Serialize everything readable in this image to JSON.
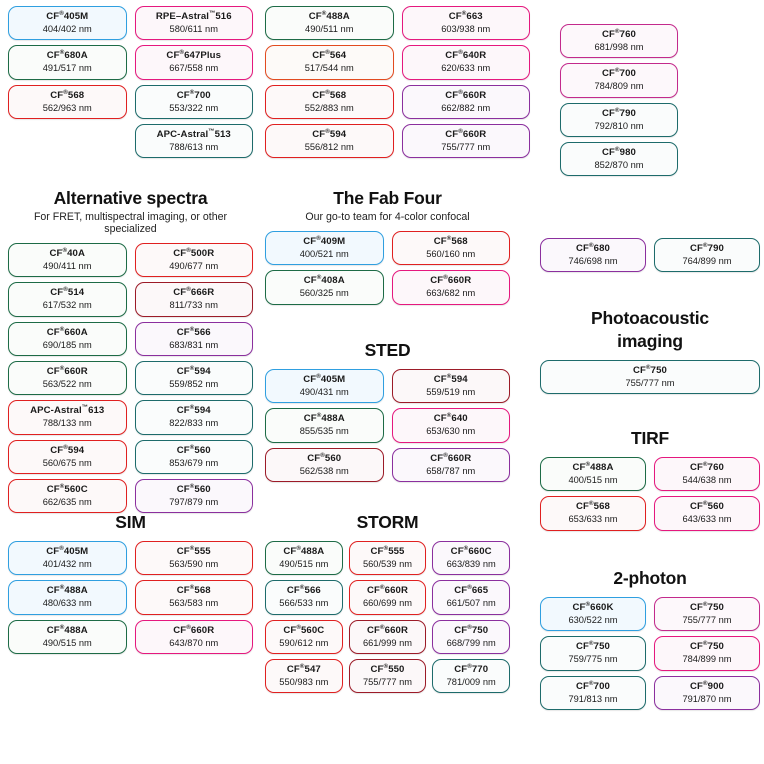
{
  "sections": [
    {
      "id": "top-left",
      "title": "",
      "subtitle": "",
      "columns": [
        {
          "chips": [
            {
              "name": "CF",
              "sup": "®",
              "num": "405M",
              "spectra": "404/402 nm",
              "color": "blue"
            },
            {
              "name": "CF",
              "sup": "®",
              "num": "680A",
              "spectra": "491/517 nm",
              "color": "green"
            },
            {
              "name": "CF",
              "sup": "®",
              "num": "568",
              "spectra": "562/963 nm",
              "color": "red"
            }
          ]
        },
        {
          "chips": [
            {
              "name": "RPE–Astral",
              "sup": "™",
              "num": "516",
              "spectra": "580/611 nm",
              "color": "pink"
            },
            {
              "name": "CF",
              "sup": "®",
              "num": "647Plus",
              "spectra": "667/558 nm",
              "color": "pink"
            },
            {
              "name": "CF",
              "sup": "®",
              "num": "700",
              "spectra": "553/322 nm",
              "color": "teal"
            },
            {
              "name": "APC-Astral",
              "sup": "™",
              "num": "513",
              "spectra": "788/613 nm",
              "color": "teal"
            }
          ]
        }
      ]
    },
    {
      "id": "top-mid",
      "title": "",
      "subtitle": "",
      "columns": [
        {
          "chips": [
            {
              "name": "CF",
              "sup": "®",
              "num": "488A",
              "spectra": "490/511 nm",
              "color": "green"
            },
            {
              "name": "CF",
              "sup": "®",
              "num": "564",
              "spectra": "517/544 nm",
              "color": "orange"
            },
            {
              "name": "CF",
              "sup": "®",
              "num": "568",
              "spectra": "552/883 nm",
              "color": "red"
            },
            {
              "name": "CF",
              "sup": "®",
              "num": "594",
              "spectra": "556/812 nm",
              "color": "red"
            }
          ]
        },
        {
          "chips": [
            {
              "name": "CF",
              "sup": "®",
              "num": "663",
              "spectra": "603/938 nm",
              "color": "pink"
            },
            {
              "name": "CF",
              "sup": "®",
              "num": "640R",
              "spectra": "620/633 nm",
              "color": "pink"
            },
            {
              "name": "CF",
              "sup": "®",
              "num": "660R",
              "spectra": "662/882 nm",
              "color": "purple"
            },
            {
              "name": "CF",
              "sup": "®",
              "num": "660R",
              "spectra": "755/777 nm",
              "color": "purple"
            }
          ]
        }
      ]
    },
    {
      "id": "top-right",
      "title": "",
      "subtitle": "",
      "columns": [
        {
          "chips": [
            {
              "name": "CF",
              "sup": "®",
              "num": "760",
              "spectra": "681/998 nm",
              "color": "magenta"
            },
            {
              "name": "CF",
              "sup": "®",
              "num": "700",
              "spectra": "784/809 nm",
              "color": "magenta"
            },
            {
              "name": "CF",
              "sup": "®",
              "num": "790",
              "spectra": "792/810 nm",
              "color": "teal"
            },
            {
              "name": "CF",
              "sup": "®",
              "num": "980",
              "spectra": "852/870 nm",
              "color": "teal"
            }
          ]
        }
      ]
    },
    {
      "id": "alternative-spectra",
      "title": "Alternative spectra",
      "subtitle": "For FRET, multispectral imaging, or other specialized",
      "columns": [
        {
          "chips": [
            {
              "name": "CF",
              "sup": "®",
              "num": "40A",
              "spectra": "490/411 nm",
              "color": "green"
            },
            {
              "name": "CF",
              "sup": "®",
              "num": "514",
              "spectra": "617/532 nm",
              "color": "green"
            },
            {
              "name": "CF",
              "sup": "®",
              "num": "660A",
              "spectra": "690/185 nm",
              "color": "green"
            },
            {
              "name": "CF",
              "sup": "®",
              "num": "660R",
              "spectra": "563/522 nm",
              "color": "green"
            },
            {
              "name": "APC-Astral",
              "sup": "™",
              "num": "613",
              "spectra": "788/133 nm",
              "color": "red"
            },
            {
              "name": "CF",
              "sup": "®",
              "num": "594",
              "spectra": "560/675 nm",
              "color": "red"
            },
            {
              "name": "CF",
              "sup": "®",
              "num": "560C",
              "spectra": "662/635 nm",
              "color": "red"
            }
          ]
        },
        {
          "chips": [
            {
              "name": "CF",
              "sup": "®",
              "num": "500R",
              "spectra": "490/677 nm",
              "color": "red"
            },
            {
              "name": "CF",
              "sup": "®",
              "num": "666R",
              "spectra": "811/733 nm",
              "color": "darkred"
            },
            {
              "name": "CF",
              "sup": "®",
              "num": "566",
              "spectra": "683/831 nm",
              "color": "purple"
            },
            {
              "name": "CF",
              "sup": "®",
              "num": "594",
              "spectra": "559/852 nm",
              "color": "teal"
            },
            {
              "name": "CF",
              "sup": "®",
              "num": "594",
              "spectra": "822/833 nm",
              "color": "teal"
            },
            {
              "name": "CF",
              "sup": "®",
              "num": "560",
              "spectra": "853/679 nm",
              "color": "teal"
            },
            {
              "name": "CF",
              "sup": "®",
              "num": "560",
              "spectra": "797/879 nm",
              "color": "purple"
            }
          ]
        }
      ]
    },
    {
      "id": "fab-four",
      "title": "The Fab Four",
      "subtitle": "Our go-to team for 4-color confocal",
      "columns": [
        {
          "chips": [
            {
              "name": "CF",
              "sup": "®",
              "num": "409M",
              "spectra": "400/521 nm",
              "color": "blue"
            },
            {
              "name": "CF",
              "sup": "®",
              "num": "408A",
              "spectra": "560/325 nm",
              "color": "green"
            }
          ]
        },
        {
          "chips": [
            {
              "name": "CF",
              "sup": "®",
              "num": "568",
              "spectra": "560/160 nm",
              "color": "red"
            },
            {
              "name": "CF",
              "sup": "®",
              "num": "660R",
              "spectra": "663/682 nm",
              "color": "pink"
            }
          ]
        }
      ]
    },
    {
      "id": "sted",
      "title": "STED",
      "subtitle": "",
      "columns": [
        {
          "chips": [
            {
              "name": "CF",
              "sup": "®",
              "num": "405M",
              "spectra": "490/431 nm",
              "color": "blue"
            },
            {
              "name": "CF",
              "sup": "®",
              "num": "488A",
              "spectra": "855/535 nm",
              "color": "green"
            },
            {
              "name": "CF",
              "sup": "®",
              "num": "560",
              "spectra": "562/538 nm",
              "color": "darkred"
            }
          ]
        },
        {
          "chips": [
            {
              "name": "CF",
              "sup": "®",
              "num": "594",
              "spectra": "559/519 nm",
              "color": "darkred"
            },
            {
              "name": "CF",
              "sup": "®",
              "num": "640",
              "spectra": "653/630 nm",
              "color": "pink"
            },
            {
              "name": "CF",
              "sup": "®",
              "num": "660R",
              "spectra": "658/787 nm",
              "color": "purple"
            }
          ]
        }
      ]
    },
    {
      "id": "sim",
      "title": "SIM",
      "subtitle": "",
      "columns": [
        {
          "chips": [
            {
              "name": "CF",
              "sup": "®",
              "num": "405M",
              "spectra": "401/432 nm",
              "color": "blue"
            },
            {
              "name": "CF",
              "sup": "®",
              "num": "488A",
              "spectra": "480/633 nm",
              "color": "blue"
            },
            {
              "name": "CF",
              "sup": "®",
              "num": "488A",
              "spectra": "490/515 nm",
              "color": "green"
            }
          ]
        },
        {
          "chips": [
            {
              "name": "CF",
              "sup": "®",
              "num": "555",
              "spectra": "563/590 nm",
              "color": "red"
            },
            {
              "name": "CF",
              "sup": "®",
              "num": "568",
              "spectra": "563/583 nm",
              "color": "red"
            },
            {
              "name": "CF",
              "sup": "®",
              "num": "660R",
              "spectra": "643/870 nm",
              "color": "pink"
            }
          ]
        }
      ]
    },
    {
      "id": "storm",
      "title": "STORM",
      "subtitle": "",
      "columns": [
        {
          "chips": [
            {
              "name": "CF",
              "sup": "®",
              "num": "488A",
              "spectra": "490/515 nm",
              "color": "green"
            },
            {
              "name": "CF",
              "sup": "®",
              "num": "566",
              "spectra": "566/533 nm",
              "color": "teal"
            },
            {
              "name": "CF",
              "sup": "®",
              "num": "560C",
              "spectra": "590/612 nm",
              "color": "red"
            },
            {
              "name": "CF",
              "sup": "®",
              "num": "547",
              "spectra": "550/983 nm",
              "color": "red"
            }
          ]
        },
        {
          "chips": [
            {
              "name": "CF",
              "sup": "®",
              "num": "555",
              "spectra": "560/539 nm",
              "color": "red"
            },
            {
              "name": "CF",
              "sup": "®",
              "num": "660R",
              "spectra": "660/699 nm",
              "color": "red"
            },
            {
              "name": "CF",
              "sup": "®",
              "num": "660R",
              "spectra": "661/999 nm",
              "color": "darkred"
            },
            {
              "name": "CF",
              "sup": "®",
              "num": "550",
              "spectra": "755/777 nm",
              "color": "darkred"
            }
          ]
        },
        {
          "chips": [
            {
              "name": "CF",
              "sup": "®",
              "num": "660C",
              "spectra": "663/839 nm",
              "color": "purple"
            },
            {
              "name": "CF",
              "sup": "®",
              "num": "665",
              "spectra": "661/507 nm",
              "color": "purple"
            },
            {
              "name": "CF",
              "sup": "®",
              "num": "750",
              "spectra": "668/799 nm",
              "color": "purple"
            },
            {
              "name": "CF",
              "sup": "®",
              "num": "770",
              "spectra": "781/009 nm",
              "color": "teal"
            }
          ]
        }
      ]
    },
    {
      "id": "right-pair",
      "title": "",
      "subtitle": "",
      "columns": [
        {
          "chips": [
            {
              "name": "CF",
              "sup": "®",
              "num": "680",
              "spectra": "746/698 nm",
              "color": "purple"
            }
          ]
        },
        {
          "chips": [
            {
              "name": "CF",
              "sup": "®",
              "num": "790",
              "spectra": "764/899 nm",
              "color": "teal"
            }
          ]
        }
      ]
    },
    {
      "id": "photoacoustic",
      "title": "Photoacoustic",
      "title2": "imaging",
      "subtitle": "",
      "columns": [
        {
          "chips": [
            {
              "name": "CF",
              "sup": "®",
              "num": "750",
              "spectra": "755/777 nm",
              "color": "teal"
            }
          ]
        }
      ]
    },
    {
      "id": "tirf",
      "title": "TIRF",
      "subtitle": "",
      "columns": [
        {
          "chips": [
            {
              "name": "CF",
              "sup": "®",
              "num": "488A",
              "spectra": "400/515 nm",
              "color": "green"
            },
            {
              "name": "CF",
              "sup": "®",
              "num": "568",
              "spectra": "653/633 nm",
              "color": "red"
            }
          ]
        },
        {
          "chips": [
            {
              "name": "CF",
              "sup": "®",
              "num": "760",
              "spectra": "544/638 nm",
              "color": "pink"
            },
            {
              "name": "CF",
              "sup": "®",
              "num": "560",
              "spectra": "643/633 nm",
              "color": "pink"
            }
          ]
        }
      ]
    },
    {
      "id": "two-photon",
      "title": "2-photon",
      "subtitle": "",
      "columns": [
        {
          "chips": [
            {
              "name": "CF",
              "sup": "®",
              "num": "660K",
              "spectra": "630/522 nm",
              "color": "blue"
            },
            {
              "name": "CF",
              "sup": "®",
              "num": "750",
              "spectra": "759/775 nm",
              "color": "teal"
            },
            {
              "name": "CF",
              "sup": "®",
              "num": "700",
              "spectra": "791/813 nm",
              "color": "teal"
            }
          ]
        },
        {
          "chips": [
            {
              "name": "CF",
              "sup": "®",
              "num": "750",
              "spectra": "755/777 nm",
              "color": "magenta"
            },
            {
              "name": "CF",
              "sup": "®",
              "num": "750",
              "spectra": "784/899 nm",
              "color": "pink"
            },
            {
              "name": "CF",
              "sup": "®",
              "num": "900",
              "spectra": "791/870 nm",
              "color": "purple"
            }
          ]
        }
      ]
    }
  ]
}
